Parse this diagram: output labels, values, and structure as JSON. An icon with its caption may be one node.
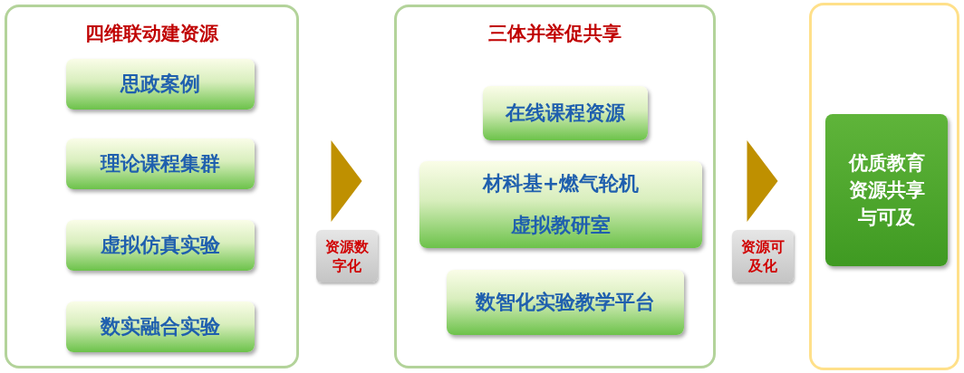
{
  "diagram": {
    "nodes": [
      {
        "text": [
          "四维联动建资源"
        ]
      },
      {
        "text": [
          "思政案例"
        ],
        "in": 0
      },
      {
        "text": [
          "理论课程集群"
        ],
        "in": 0
      },
      {
        "text": [
          "虚拟仿真实验"
        ],
        "in": 0
      },
      {
        "text": [
          "数实融合实验"
        ],
        "in": 0
      },
      {
        "text": [
          "三体并举促共享"
        ]
      },
      {
        "text": [
          "在线课程资源"
        ],
        "in": 5
      },
      {
        "text": [
          "材科基+燃气轮机虚拟教研室"
        ],
        "in": 5
      },
      {
        "text": [
          "数智化实验教学平台"
        ],
        "in": 5
      },
      {
        "text": [],
        "shape": "box"
      },
      {
        "text": [
          "优质教育资源共享与可及"
        ],
        "in": 9
      }
    ],
    "edges": [
      {
        "from": 0,
        "to": 5,
        "arrow": "to",
        "label": "资源数字化"
      },
      {
        "from": 5,
        "to": 9,
        "arrow": "to",
        "label": "资源可及化"
      }
    ]
  }
}
